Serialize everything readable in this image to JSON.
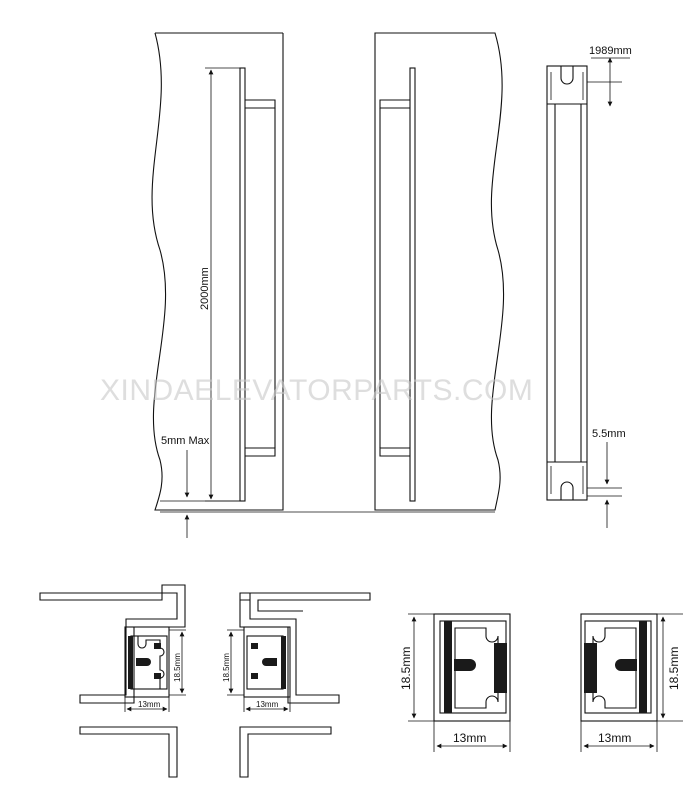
{
  "dimensions": {
    "length_2000": "2000mm",
    "gap_5max": "5mm Max",
    "top_1989": "1989mm",
    "bottom_55": "5.5mm",
    "small_h_left": "18.5mm",
    "small_w_left": "13mm",
    "small_h_right": "18.5mm",
    "small_w_right": "13mm",
    "big_h_left": "18.5mm",
    "big_w_left": "13mm",
    "big_h_right": "18.5mm",
    "big_w_right": "13mm"
  },
  "watermark": "XINDAELEVATORPARTS.COM"
}
